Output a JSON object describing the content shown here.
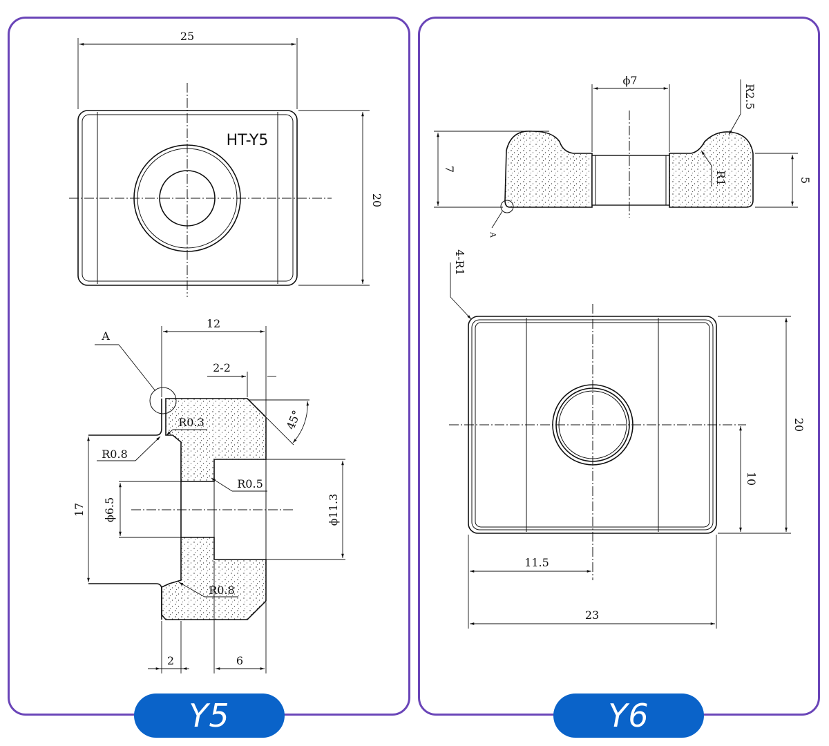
{
  "panels": {
    "y5": {
      "badge": "Y5",
      "part_label": "HT-Y5",
      "dims": {
        "width": "25",
        "height": "20",
        "section_width": "12",
        "chamfer": "2-2",
        "angle": "45°",
        "r03": "R0.3",
        "r08_top": "R0.8",
        "r05": "R0.5",
        "r08_bottom": "R0.8",
        "hole_dia": "ϕ6.5",
        "outer_dia": "ϕ11.3",
        "total_height": "17",
        "flange": "2",
        "depth": "6",
        "detail": "A"
      }
    },
    "y6": {
      "badge": "Y6",
      "dims": {
        "bore": "ϕ7",
        "r25": "R2.5",
        "r1": "R1",
        "height7": "7",
        "height5": "5",
        "detail": "A",
        "corner_radius": "4-R1",
        "height20": "20",
        "height10": "10",
        "width_half": "11.5",
        "width": "23"
      }
    }
  }
}
